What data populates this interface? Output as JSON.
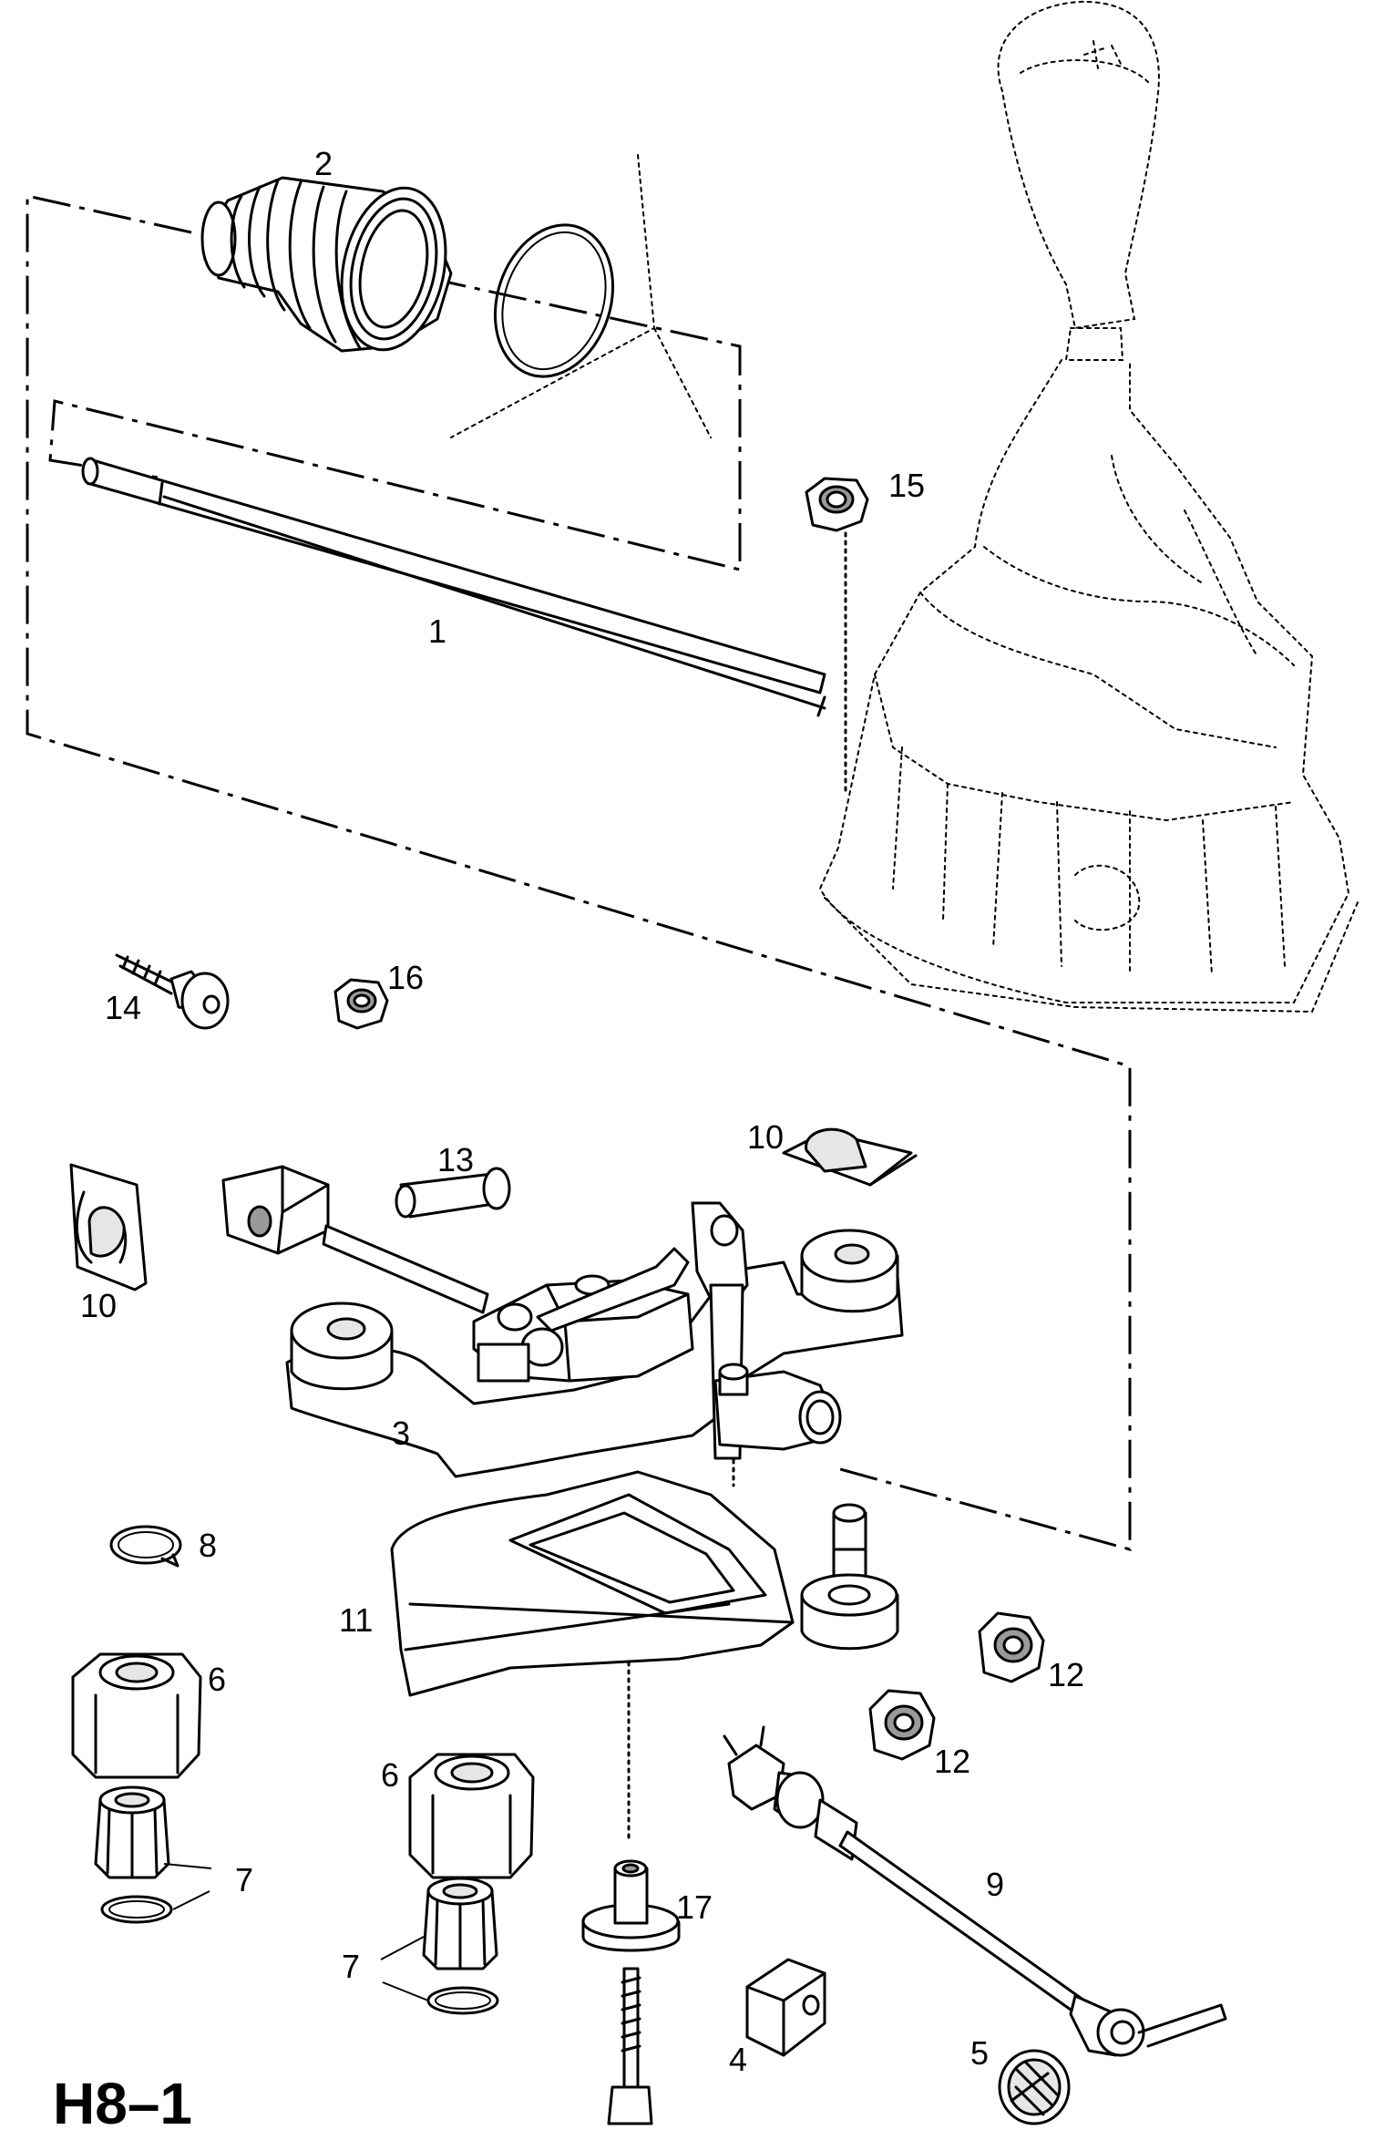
{
  "figure_label": "H8–1",
  "callouts": {
    "p1": "1",
    "p2": "2",
    "p3": "3",
    "p4": "4",
    "p5": "5",
    "p6a": "6",
    "p6b": "6",
    "p7a": "7",
    "p7b": "7",
    "p8": "8",
    "p9": "9",
    "p10a": "10",
    "p10b": "10",
    "p11": "11",
    "p12a": "12",
    "p12b": "12",
    "p13": "13",
    "p14": "14",
    "p15": "15",
    "p16": "16",
    "p17": "17"
  }
}
